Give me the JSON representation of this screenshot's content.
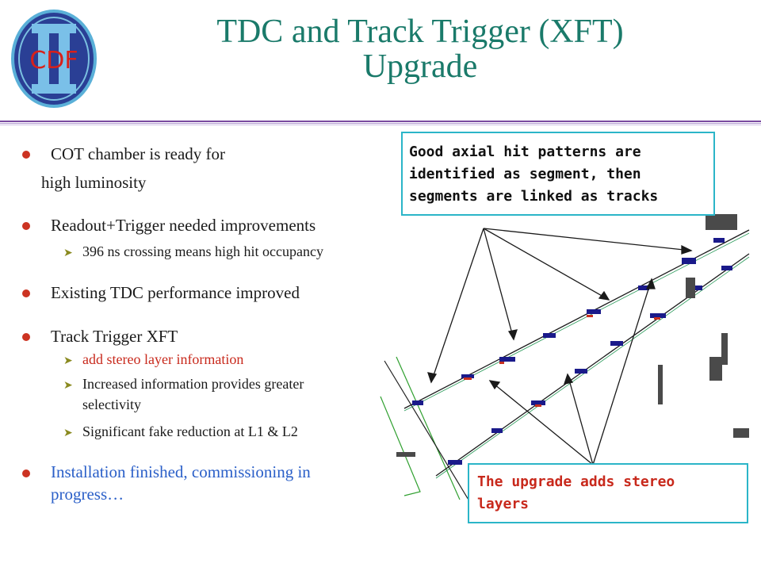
{
  "slide": {
    "title_line1": "TDC and Track Trigger (XFT)",
    "title_line2": "Upgrade",
    "logo_text": "CDF"
  },
  "bullets": [
    {
      "text": "COT chamber is ready for",
      "continuation": "high luminosity"
    },
    {
      "text": "Readout+Trigger needed improvements",
      "subs": [
        "396 ns crossing means high hit occupancy"
      ]
    },
    {
      "text": "Existing TDC performance improved"
    },
    {
      "text": "Track Trigger XFT",
      "subs": [
        "add stereo layer information",
        "Increased information provides greater",
        "selectivity",
        "Significant fake reduction at L1 & L2"
      ]
    },
    {
      "text": "Installation finished, commissioning in",
      "continuation": "progress…"
    }
  ],
  "callouts": {
    "top": [
      "Good axial hit patterns are",
      "identified as segment, then",
      "segments are linked as tracks"
    ],
    "bottom": [
      "The upgrade adds stereo",
      "layers"
    ]
  },
  "colors": {
    "title": "#1a7a6a",
    "bullet": "#cc3322",
    "red_text": "#c8291c",
    "blue_text": "#2a5fc8",
    "callout_border": "#2bb5c8",
    "rule_purple": "#7a4aa0"
  },
  "icons": {
    "sub_arrow": "arrow-right-icon",
    "bullet": "bullet-dot-icon"
  }
}
